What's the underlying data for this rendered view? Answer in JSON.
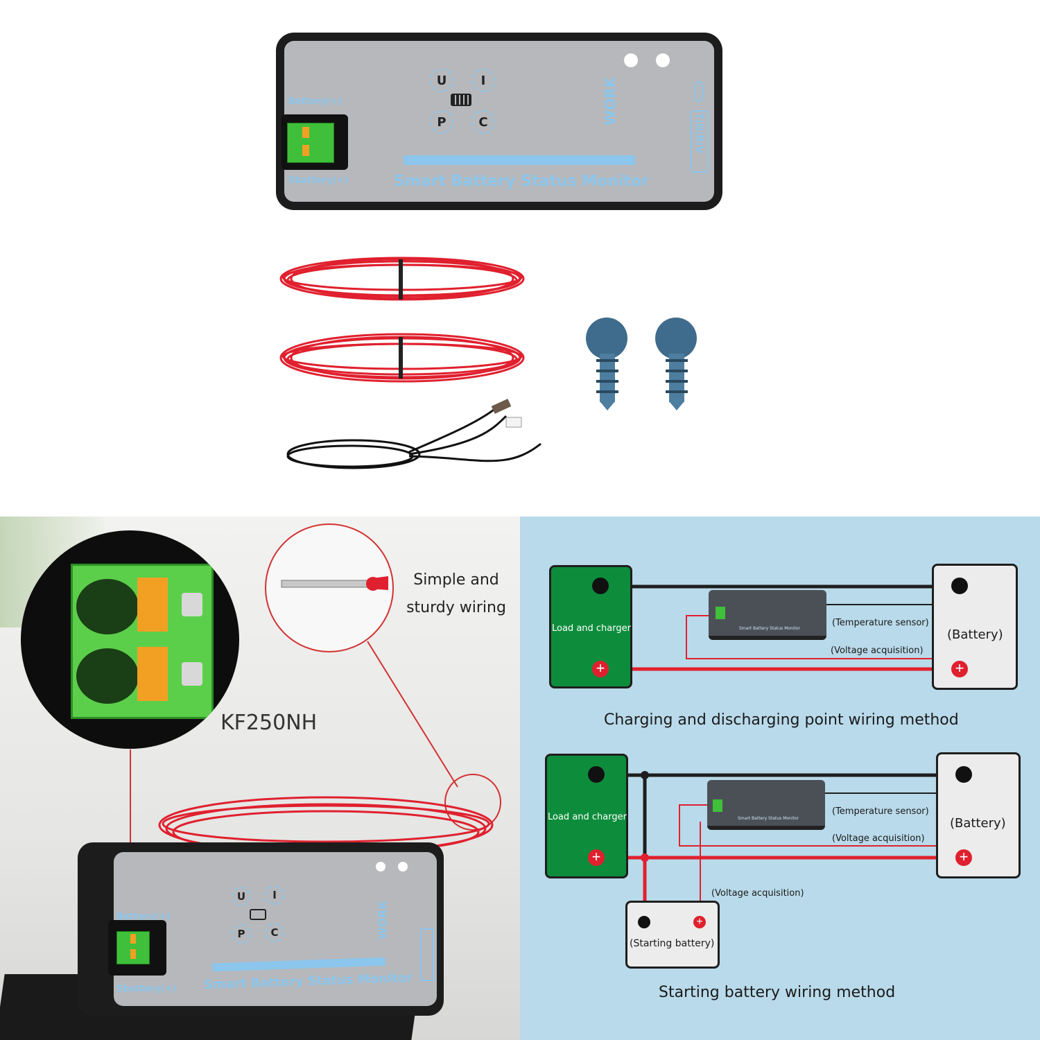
{
  "device": {
    "battery_plus": "Battery(+)",
    "sbattery_plus": "Sbattery(+)",
    "title": "Smart Battery Status Monitor",
    "work": "WORK",
    "tgrv": "T|G|R|V",
    "btn_u": "U",
    "btn_i": "I",
    "btn_p": "P",
    "btn_c": "C"
  },
  "closeup": {
    "model": "KF250NH",
    "wiring_note": "Simple and sturdy wiring"
  },
  "diagram1": {
    "load": "Load and charger",
    "battery": "(Battery)",
    "temp": "(Temperature sensor)",
    "volt": "(Voltage acquisition)",
    "caption": "Charging and discharging point wiring method",
    "mini_title": "Smart Battery Status Monitor"
  },
  "diagram2": {
    "load": "Load and charger",
    "battery": "(Battery)",
    "temp": "(Temperature sensor)",
    "volt": "(Voltage acquisition)",
    "volt2": "(Voltage acquisition)",
    "starting": "(Starting battery)",
    "caption": "Starting battery wiring method",
    "mini_title": "Smart Battery Status Monitor"
  },
  "colors": {
    "wire_red": "#e0202e",
    "term_green": "#3fbf3a",
    "panel_bg": "#b9daea",
    "accent_blue": "#8cc6ec"
  }
}
